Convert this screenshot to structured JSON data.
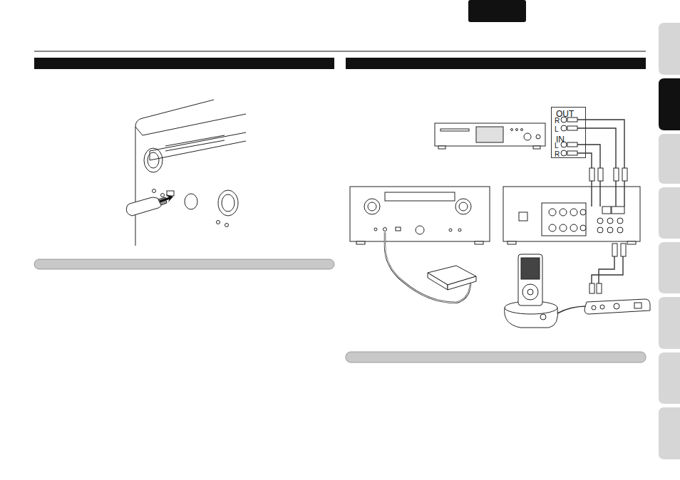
{
  "diagram": {
    "nodes": [
      {
        "text": [
          "OUT",
          "R",
          "L",
          "IN",
          "L",
          "R"
        ]
      }
    ]
  }
}
